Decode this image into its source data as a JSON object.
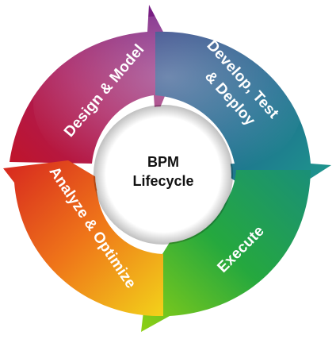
{
  "center": {
    "title_line1": "BPM",
    "title_line2": "Lifecycle"
  },
  "segments": [
    {
      "label": "Design & Model"
    },
    {
      "label_line1": "Develop, Test",
      "label_line2": "& Deploy"
    },
    {
      "label": "Execute"
    },
    {
      "label": "Analyze & Optimize"
    }
  ],
  "colors": {
    "design_model": [
      "#8a1450",
      "#b8236a",
      "#7a1d8a"
    ],
    "develop_test_deploy": [
      "#1f4f8a",
      "#1b7a92",
      "#21a089"
    ],
    "execute": [
      "#1e9a5c",
      "#2bb43a",
      "#5cc21e"
    ],
    "analyze_optimize": [
      "#d9301f",
      "#f07a1a",
      "#f4c21c"
    ],
    "center_fill": "#ffffff"
  }
}
